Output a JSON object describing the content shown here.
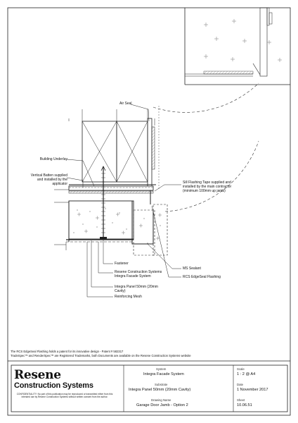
{
  "labels": {
    "air_seal": "Air Seal",
    "building_underlay": "Building Underlay",
    "vertical_batten": "Vertical Batten supplied\nand installed by the\napplicator",
    "sill_flashing_tape": "Sill Flashing Tape supplied and\ninstalled by the main contractor\n(minimum 100mm up jamb)",
    "ms_sealant": "MS Sealant",
    "edgeseal_flashing": "RCS EdgeSeal Flashing",
    "fastener": "Fastener",
    "facade_system": "Resene Construction Systems\nIntegra Facade System",
    "integra_panel": "Integra Panel 50mm (20mm\nCavity)",
    "reinforcing_mesh": "Reinforcing Mesh"
  },
  "footer_note": {
    "line1": "The RCS EdgeSeal Flashing holds a patent for its innovative design - Patent # 582317",
    "line2": "TradeSpec™ and RenderSpec™ are Registered Trademarks, both Documents are available on the Resene Construction Systems website"
  },
  "title_block": {
    "logo_line1": "Resene",
    "logo_line2": "Construction Systems",
    "confidentiality": "CONFIDENTIALITY: No part of this publication may be reproduced or transmitted either from this intended use by Resene Construction Systems without written consent from the author.",
    "system_label": "System",
    "system_value": "Integra Facade System",
    "substrate_label": "Substrate",
    "substrate_value": "Integra Panel 50mm (20mm Cavity)",
    "drawing_name_label": "Drawing Name",
    "drawing_name_value": "Garage Door Jamb - Option 2",
    "scale_label": "Scale",
    "scale_value": "1 : 2 @ A4",
    "date_label": "Date",
    "date_value": "1 November 2017",
    "sheet_label": "Sheet",
    "sheet_value": "10.06.51"
  }
}
